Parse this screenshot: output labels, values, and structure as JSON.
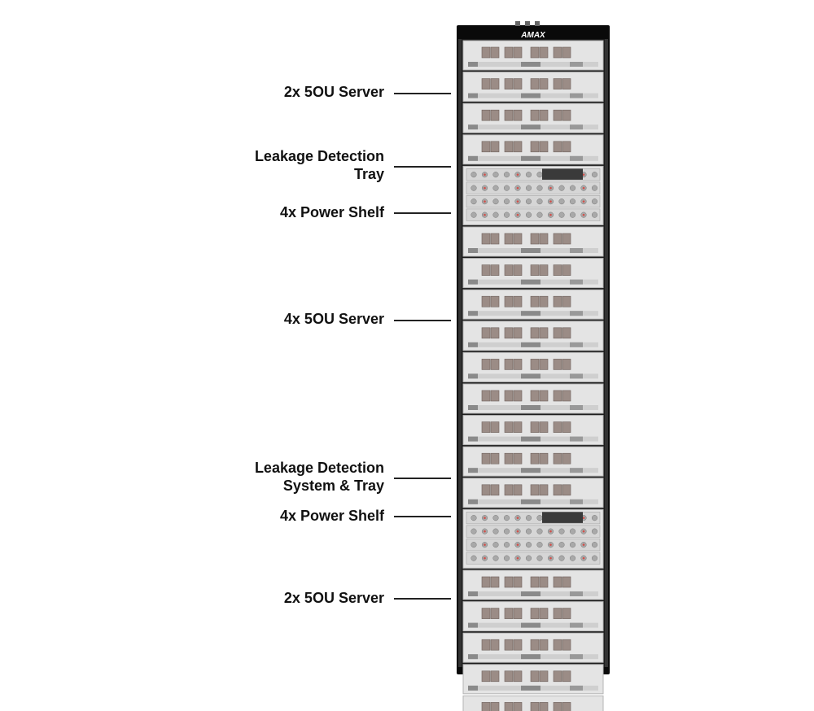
{
  "rack": {
    "brand": "AMAX",
    "units": [
      {
        "kind": "server"
      },
      {
        "kind": "server"
      },
      {
        "kind": "server"
      },
      {
        "kind": "server"
      },
      {
        "kind": "power"
      },
      {
        "kind": "server"
      },
      {
        "kind": "server"
      },
      {
        "kind": "server"
      },
      {
        "kind": "server"
      },
      {
        "kind": "server"
      },
      {
        "kind": "server"
      },
      {
        "kind": "server"
      },
      {
        "kind": "server"
      },
      {
        "kind": "server"
      },
      {
        "kind": "power"
      },
      {
        "kind": "server"
      },
      {
        "kind": "server"
      },
      {
        "kind": "server"
      },
      {
        "kind": "server"
      },
      {
        "kind": "server"
      }
    ]
  },
  "labels": [
    {
      "id": "top-server",
      "lines": [
        "2x 5OU Server"
      ]
    },
    {
      "id": "top-leakage",
      "lines": [
        "Leakage Detection",
        "Tray"
      ]
    },
    {
      "id": "top-power",
      "lines": [
        "4x Power Shelf"
      ]
    },
    {
      "id": "middle-server",
      "lines": [
        "4x 5OU Server"
      ]
    },
    {
      "id": "bottom-leakage",
      "lines": [
        "Leakage Detection",
        "System & Tray"
      ]
    },
    {
      "id": "bottom-power",
      "lines": [
        "4x Power Shelf"
      ]
    },
    {
      "id": "bottom-server",
      "lines": [
        "2x 5OU Server"
      ]
    }
  ],
  "colors": {
    "frame": "#0a0a0a",
    "tray": "#e4e4e4",
    "tray_dark": "#8a8a8a",
    "connector": "#9b8c86",
    "power_led": "#d2504a",
    "leader": "#222222"
  }
}
